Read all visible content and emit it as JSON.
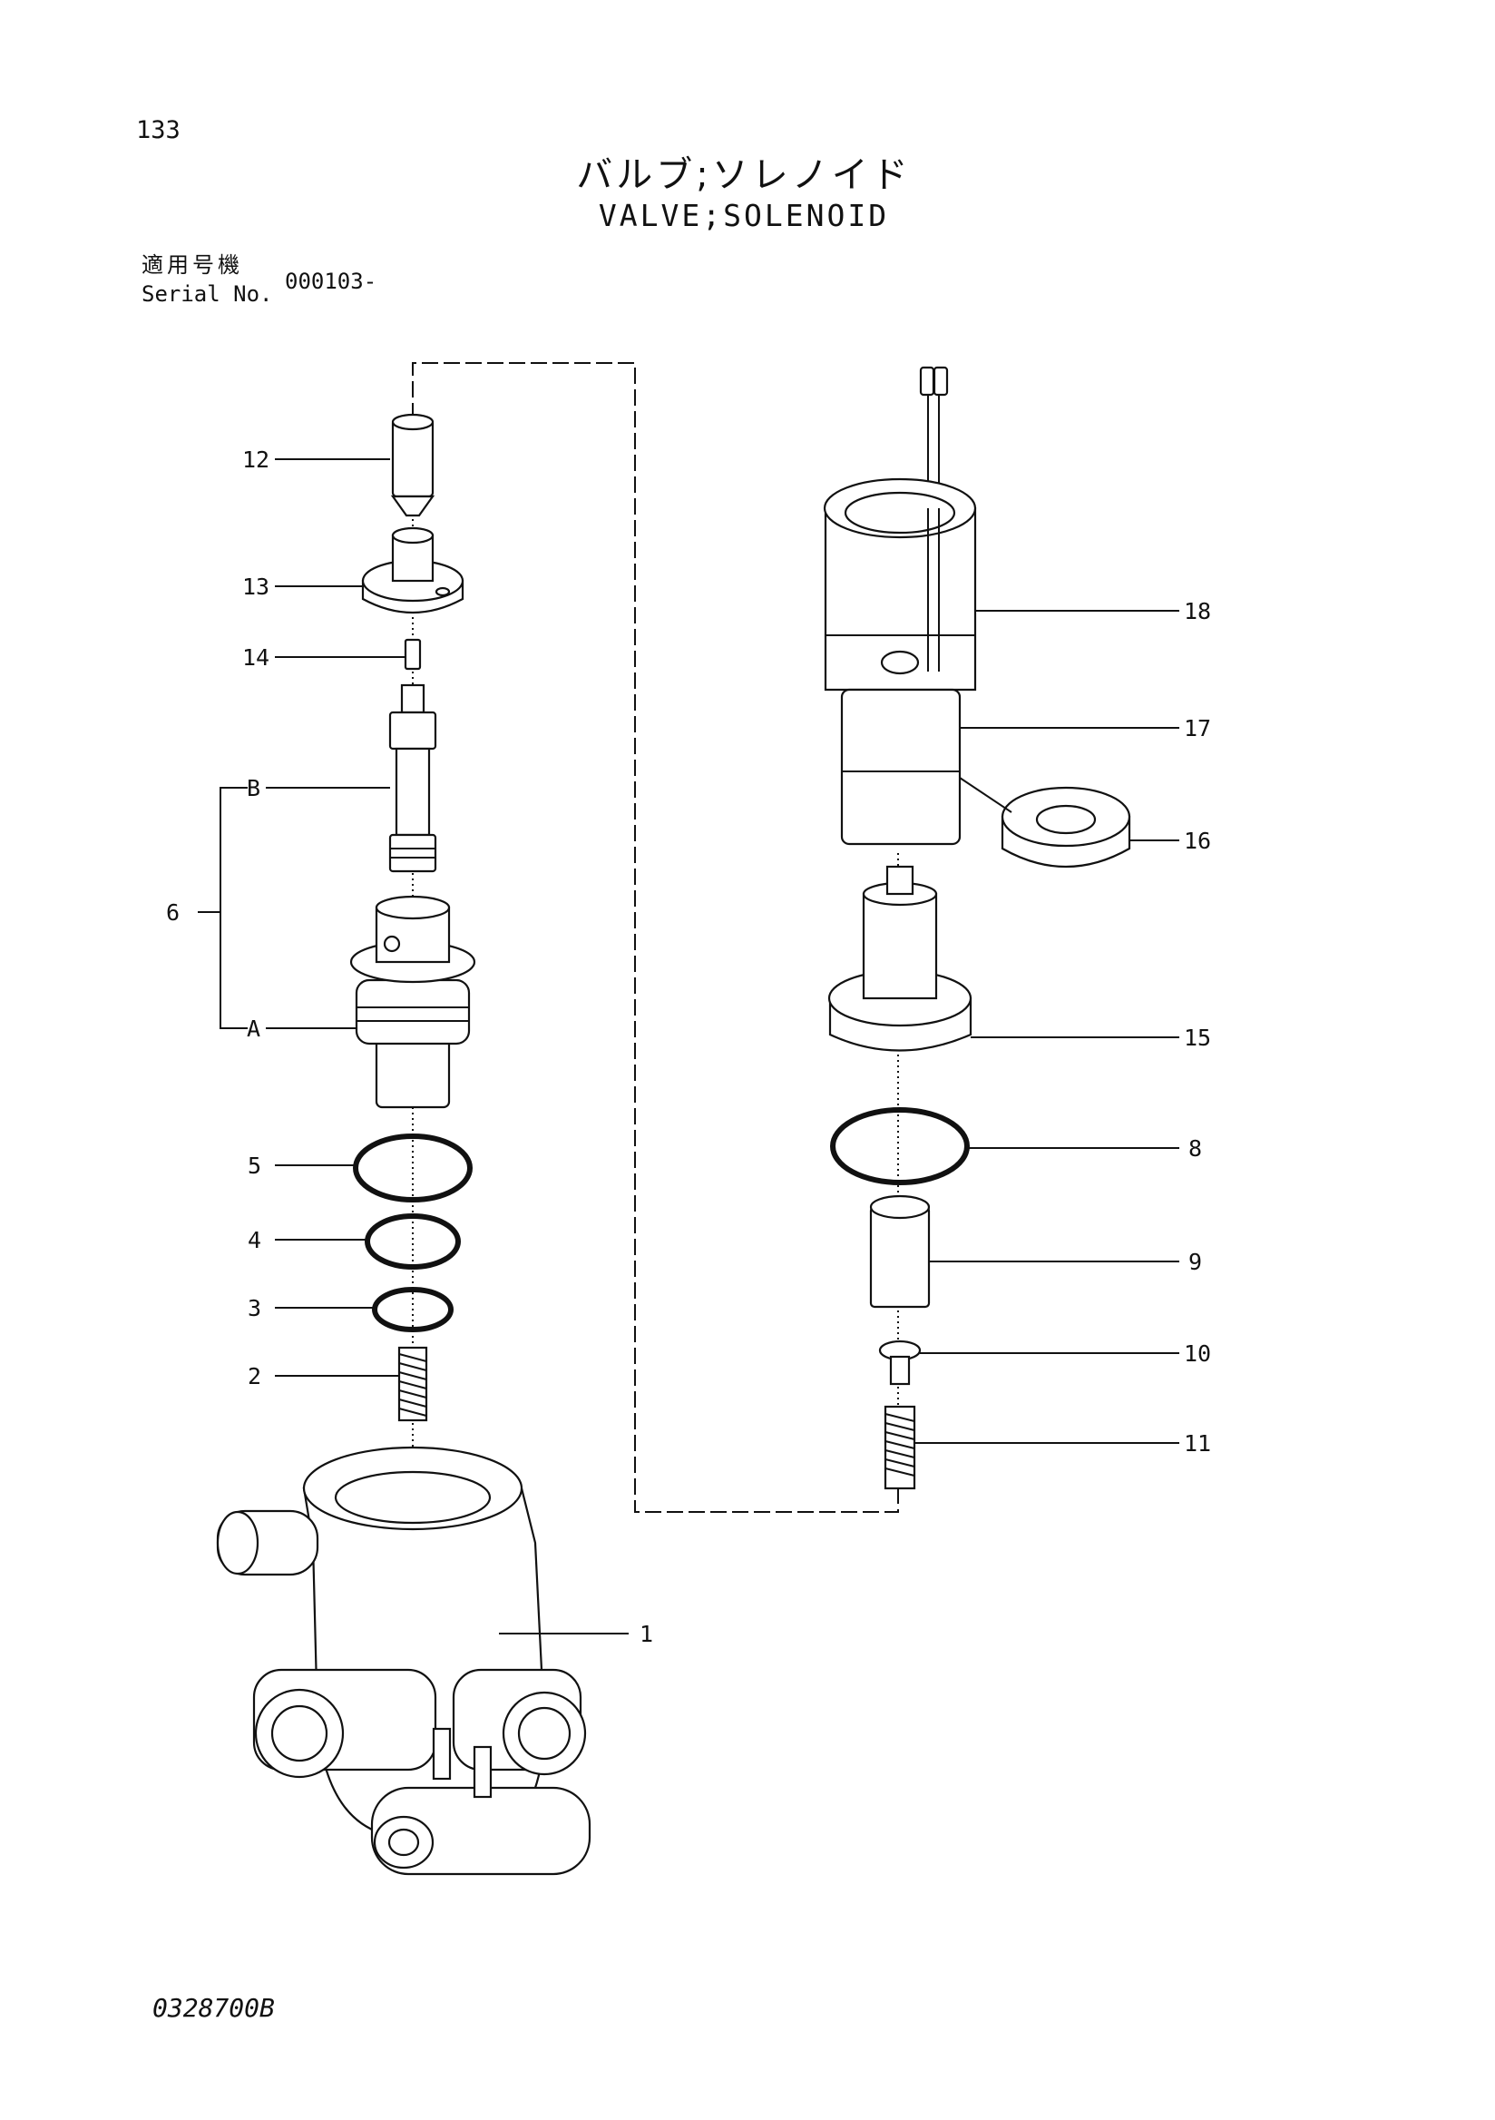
{
  "page_number": "133",
  "title_ja": "バルブ;ソレノイド",
  "title_en": "VALVE;SOLENOID",
  "serial": {
    "label_ja": "適用号機",
    "label_en": "Serial No.",
    "value": "000103-"
  },
  "callouts": {
    "c1": "1",
    "c2": "2",
    "c3": "3",
    "c4": "4",
    "c5": "5",
    "c6": "6",
    "cA": "A",
    "cB": "B",
    "c8": "8",
    "c9": "9",
    "c10": "10",
    "c11": "11",
    "c12": "12",
    "c13": "13",
    "c14": "14",
    "c15": "15",
    "c16": "16",
    "c17": "17",
    "c18": "18"
  },
  "doc_code": "0328700B"
}
